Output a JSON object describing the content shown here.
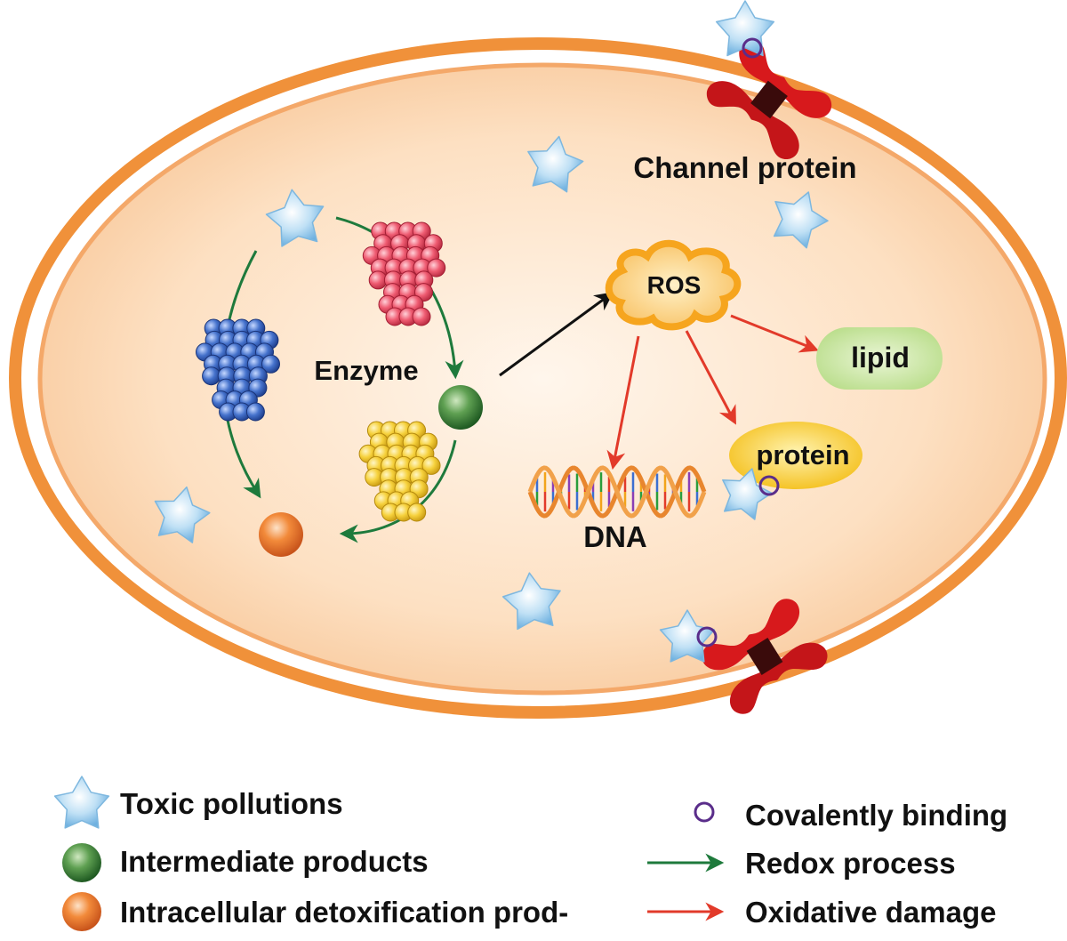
{
  "diagram": {
    "labels": {
      "channel_protein": "Channel protein",
      "ros": "ROS",
      "enzyme": "Enzyme",
      "lipid": "lipid",
      "protein": "protein",
      "dna": "DNA"
    }
  },
  "legend": {
    "toxic": "Toxic pollutions",
    "intermediate": "Intermediate products",
    "detox": "Intracellular detoxification prod-",
    "covalent": "Covalently binding",
    "redox": "Redox process",
    "oxidative": "Oxidative damage"
  },
  "colors": {
    "membrane": "#f0913a",
    "cytoplasm": "#fbd9b8",
    "star": "#8ec3e6",
    "intermediate": "#3f8a3b",
    "detox": "#ef7b2e",
    "redox_arrow": "#1e7a3c",
    "damage_arrow": "#e23a2a",
    "binding": "#5a2d8a",
    "channel": "#d7191c",
    "ros": "#f6a51e",
    "lipid": "#cfe8a6",
    "protein_bg": "#f7c928",
    "enzyme_red": "#e04a5e",
    "enzyme_blue": "#2f5fb8",
    "enzyme_yellow": "#f4cc2c"
  }
}
